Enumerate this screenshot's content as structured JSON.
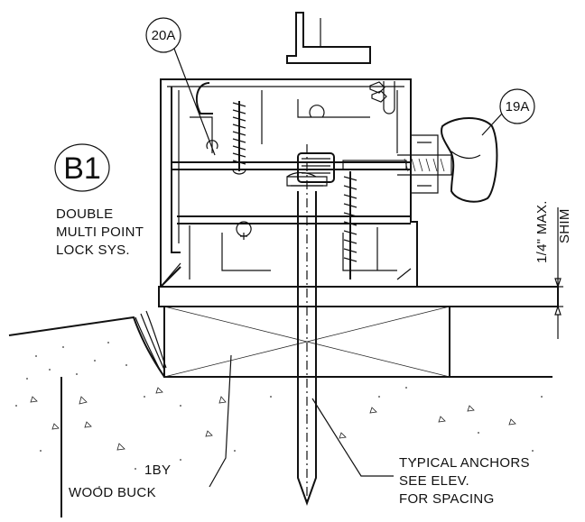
{
  "diagram": {
    "detail_id": "B1",
    "detail_note": [
      "DOUBLE",
      "MULTI POINT",
      "LOCK SYS."
    ],
    "callout_top": "20A",
    "callout_right": "19A",
    "dim_label": "1/4\" MAX.",
    "shim_label": "SHIM",
    "buck_label": [
      "1BY",
      "WOOD BUCK"
    ],
    "anchor_label": [
      "TYPICAL ANCHORS",
      "SEE ELEV.",
      "FOR SPACING"
    ],
    "line_color": "#111111",
    "fill_color": "#ffffff"
  }
}
